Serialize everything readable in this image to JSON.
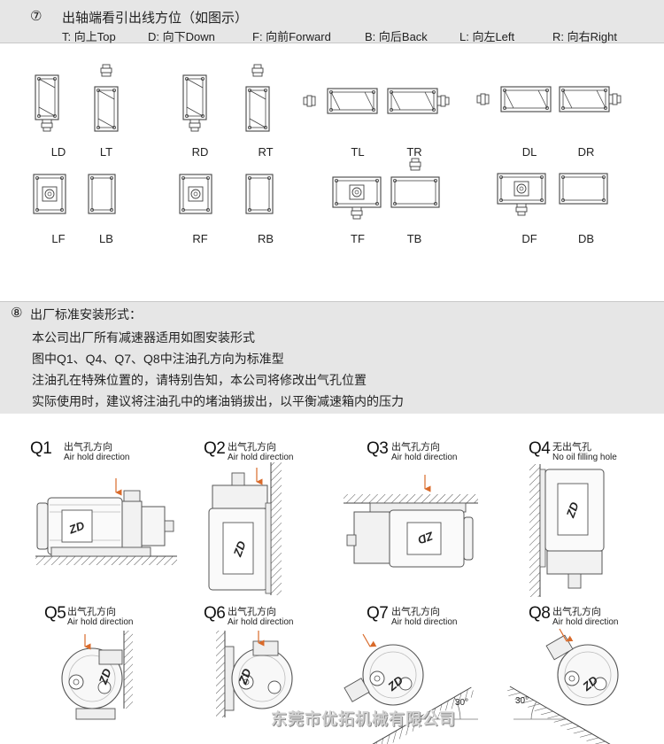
{
  "section7": {
    "number": "⑦",
    "title": "出轴端看引出线方位（如图示）",
    "directions": [
      "T: 向上Top",
      "D: 向下Down",
      "F: 向前Forward",
      "B: 向后Back",
      "L: 向左Left",
      "R: 向右Right"
    ],
    "labels": {
      "LD": "LD",
      "LT": "LT",
      "RD": "RD",
      "RT": "RT",
      "TL": "TL",
      "TR": "TR",
      "DL": "DL",
      "DR": "DR",
      "LF": "LF",
      "LB": "LB",
      "RF": "RF",
      "RB": "RB",
      "TF": "TF",
      "TB": "TB",
      "DF": "DF",
      "DB": "DB"
    }
  },
  "section8": {
    "number": "⑧",
    "title": "出厂标准安装形式：",
    "lines": [
      "本公司出厂所有减速器适用如图安装形式",
      "图中Q1、Q4、Q7、Q8中注油孔方向为标准型",
      "注油孔在特殊位置的，请特别告知，本公司将修改出气孔位置",
      "实际使用时，建议将注油孔中的堵油销拔出，以平衡减速箱内的压力"
    ]
  },
  "positions": [
    {
      "id": "Q1",
      "cn": "出气孔方向",
      "en": "Air hold direction"
    },
    {
      "id": "Q2",
      "cn": "出气孔方向",
      "en": "Air hold direction"
    },
    {
      "id": "Q3",
      "cn": "出气孔方向",
      "en": "Air hold direction"
    },
    {
      "id": "Q4",
      "cn": "无出气孔",
      "en": "No oil filling hole"
    },
    {
      "id": "Q5",
      "cn": "出气孔方向",
      "en": "Air hold direction"
    },
    {
      "id": "Q6",
      "cn": "出气孔方向",
      "en": "Air hold direction"
    },
    {
      "id": "Q7",
      "cn": "出气孔方向",
      "en": "Air hold direction"
    },
    {
      "id": "Q8",
      "cn": "出气孔方向",
      "en": "Air hold direction"
    }
  ],
  "logo_text": "ZD",
  "angle_label": "30°",
  "company": "东莞市优拓机械有限公司"
}
